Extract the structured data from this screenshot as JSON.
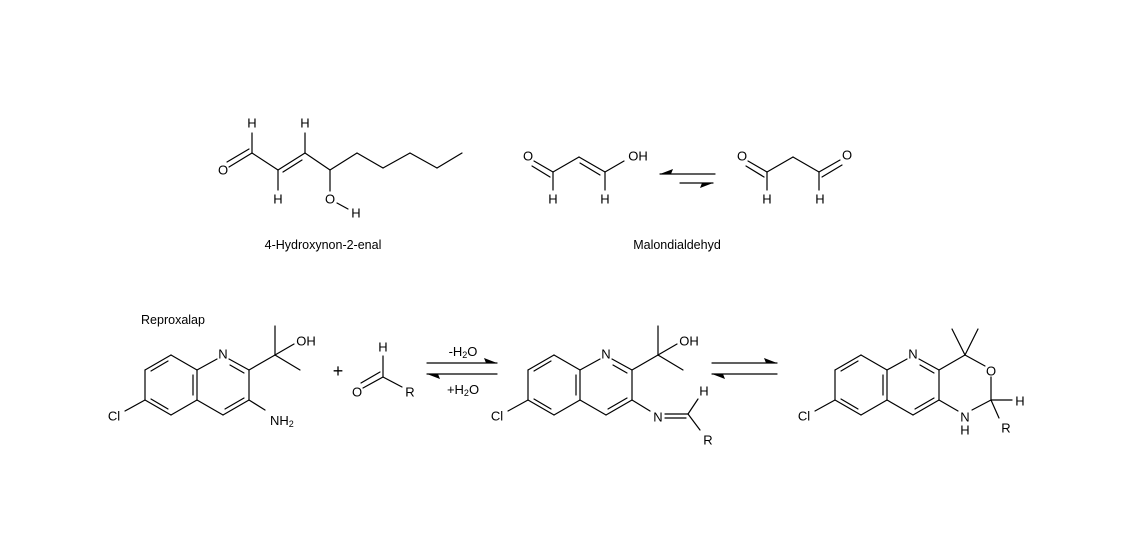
{
  "hne": {
    "name": "4-Hydroxynon-2-enal",
    "atoms": [
      "O",
      "H",
      "H",
      "H",
      "O",
      "H"
    ]
  },
  "malondialdehyde": {
    "name": "Malondialdehyd",
    "enol_atoms": [
      "O",
      "H",
      "H",
      "OH"
    ],
    "keto_atoms": [
      "O",
      "H",
      "H",
      "O"
    ]
  },
  "reproxalap": {
    "name": "Reproxalap",
    "atoms": {
      "N": "N",
      "Cl": "Cl",
      "OH": "OH",
      "NH": "NH",
      "sub2": "2"
    }
  },
  "plus": "+",
  "aldehyde": {
    "atoms": [
      "H",
      "O",
      "R"
    ]
  },
  "reaction_arrow": {
    "top_label": {
      "pre": "-H",
      "sub": "2",
      "post": "O"
    },
    "bottom_label": {
      "pre": "+H",
      "sub": "2",
      "post": "O"
    }
  },
  "imine": {
    "atoms": {
      "N": "N",
      "Cl": "Cl",
      "OH": "OH",
      "N2": "N",
      "H": "H",
      "R": "R"
    }
  },
  "oxazine": {
    "atoms": {
      "N": "N",
      "Cl": "Cl",
      "O": "O",
      "H": "H",
      "NH_N": "N",
      "NH_H": "H",
      "R": "R"
    }
  }
}
